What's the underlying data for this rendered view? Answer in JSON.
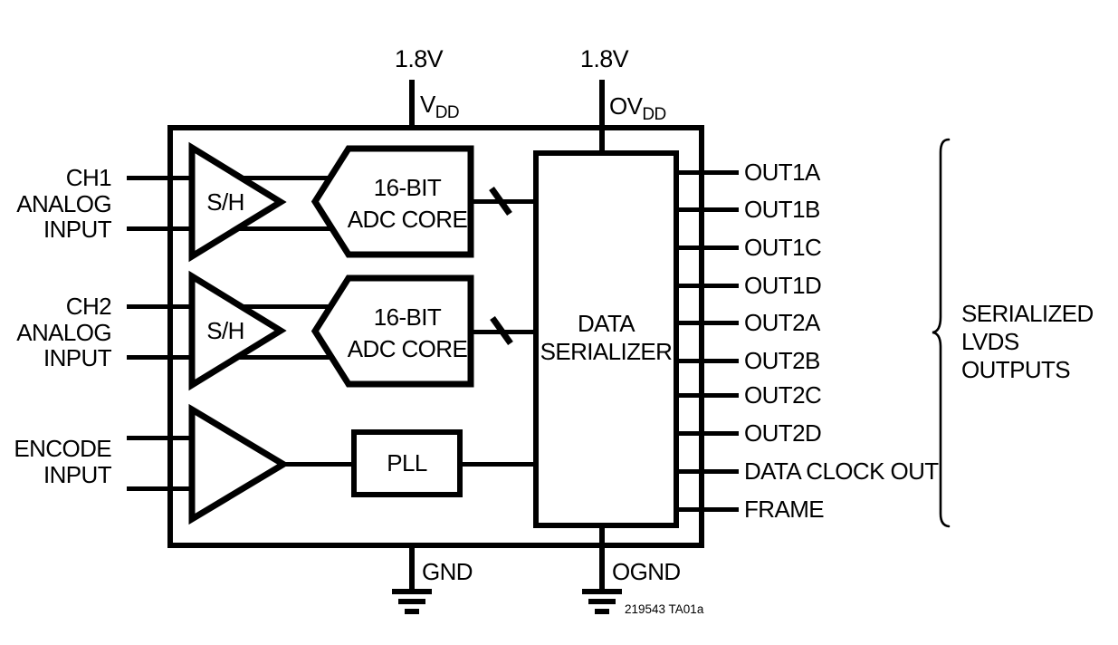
{
  "power": {
    "vdd_voltage": "1.8V",
    "ovdd_voltage": "1.8V",
    "vdd_name": "V",
    "vdd_sub": "DD",
    "ovdd_name": "OV",
    "ovdd_sub": "DD",
    "gnd": "GND",
    "ognd": "OGND"
  },
  "inputs": {
    "ch1": [
      "CH1",
      "ANALOG",
      "INPUT"
    ],
    "ch2": [
      "CH2",
      "ANALOG",
      "INPUT"
    ],
    "encode": [
      "ENCODE",
      "INPUT"
    ]
  },
  "blocks": {
    "sample_hold": "S/H",
    "adc_core": [
      "16-BIT",
      "ADC CORE"
    ],
    "serializer": [
      "DATA",
      "SERIALIZER"
    ],
    "pll": "PLL"
  },
  "outputs": {
    "pins": [
      "OUT1A",
      "OUT1B",
      "OUT1C",
      "OUT1D",
      "OUT2A",
      "OUT2B",
      "OUT2C",
      "OUT2D",
      "DATA CLOCK OUT",
      "FRAME"
    ],
    "group_label": [
      "SERIALIZED",
      "LVDS",
      "OUTPUTS"
    ]
  },
  "footnote": "219543 TA01a",
  "colors": {
    "line": "#000000",
    "background": "#ffffff"
  }
}
